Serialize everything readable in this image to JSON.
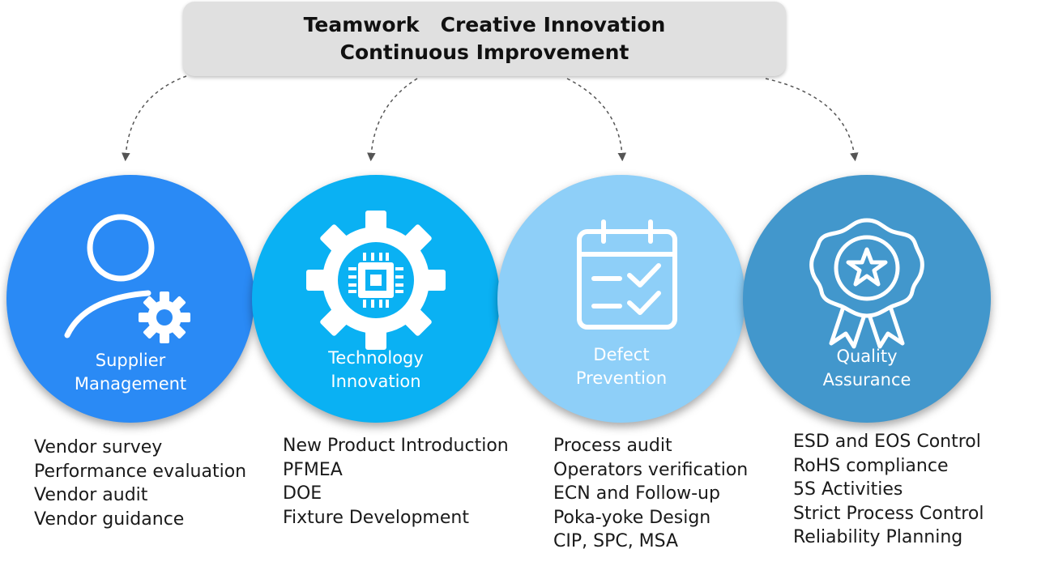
{
  "header": {
    "line1": "Teamwork   Creative Innovation",
    "line2": "Continuous Improvement"
  },
  "pillars": [
    {
      "title_lines": [
        "Supplier",
        "Management"
      ],
      "icon": "user-gear-icon",
      "color": "#2a8af5",
      "items": [
        "Vendor survey",
        "Performance evaluation",
        "Vendor audit",
        "Vendor guidance"
      ]
    },
    {
      "title_lines": [
        "Technology",
        "Innovation"
      ],
      "icon": "gear-chip-icon",
      "color": "#0ab1f3",
      "items": [
        "New Product Introduction",
        "PFMEA",
        "DOE",
        "Fixture Development"
      ]
    },
    {
      "title_lines": [
        "Defect",
        "Prevention"
      ],
      "icon": "calendar-check-icon",
      "color": "#8ecff8",
      "items": [
        "Process audit",
        "Operators verification",
        "ECN and Follow-up",
        "Poka-yoke Design",
        "CIP, SPC, MSA"
      ]
    },
    {
      "title_lines": [
        "Quality",
        "Assurance"
      ],
      "icon": "award-badge-icon",
      "color": "#4297cc",
      "items": [
        "ESD and EOS Control",
        "RoHS compliance",
        "5S Activities",
        "Strict Process Control",
        "Reliability Planning"
      ]
    }
  ]
}
